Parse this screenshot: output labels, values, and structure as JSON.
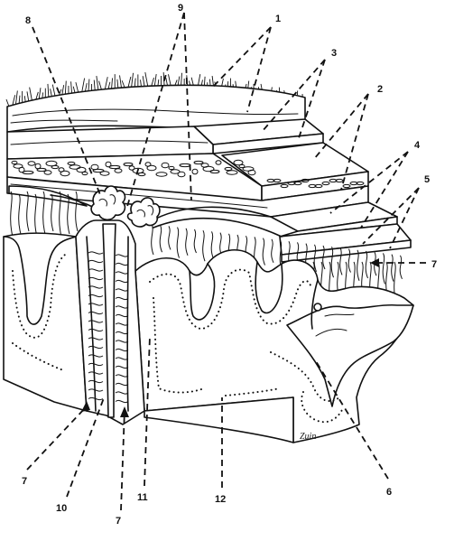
{
  "labels": {
    "l1": "1",
    "l2": "2",
    "l3": "3",
    "l4": "4",
    "l5": "5",
    "l6": "6",
    "l7a": "7",
    "l7b": "7",
    "l7c": "7",
    "l8": "8",
    "l9": "9",
    "l10": "10",
    "l11": "11",
    "l12": "12"
  },
  "signature": "Zuin"
}
